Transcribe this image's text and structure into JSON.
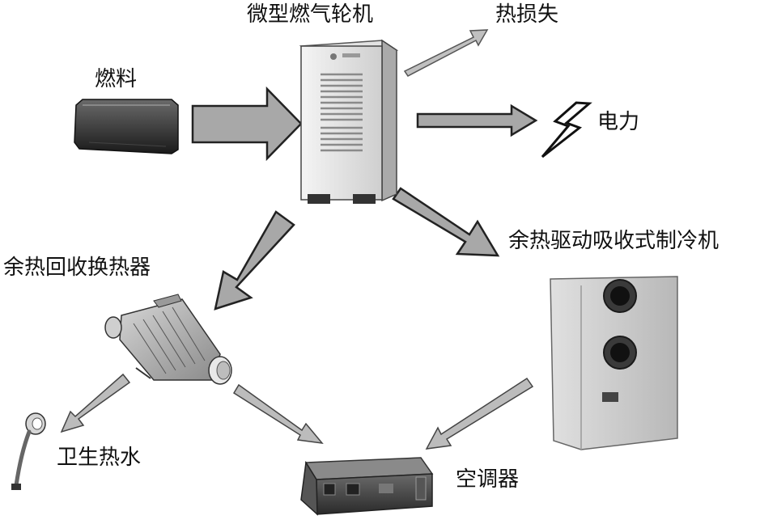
{
  "labels": {
    "turbine": "微型燃气轮机",
    "heat_loss": "热损失",
    "fuel": "燃料",
    "power": "电力",
    "absorption_chiller": "余热驱动吸收式制冷机",
    "heat_exchanger": "余热回收换热器",
    "hot_water": "卫生热水",
    "air_conditioner": "空调器"
  }
}
